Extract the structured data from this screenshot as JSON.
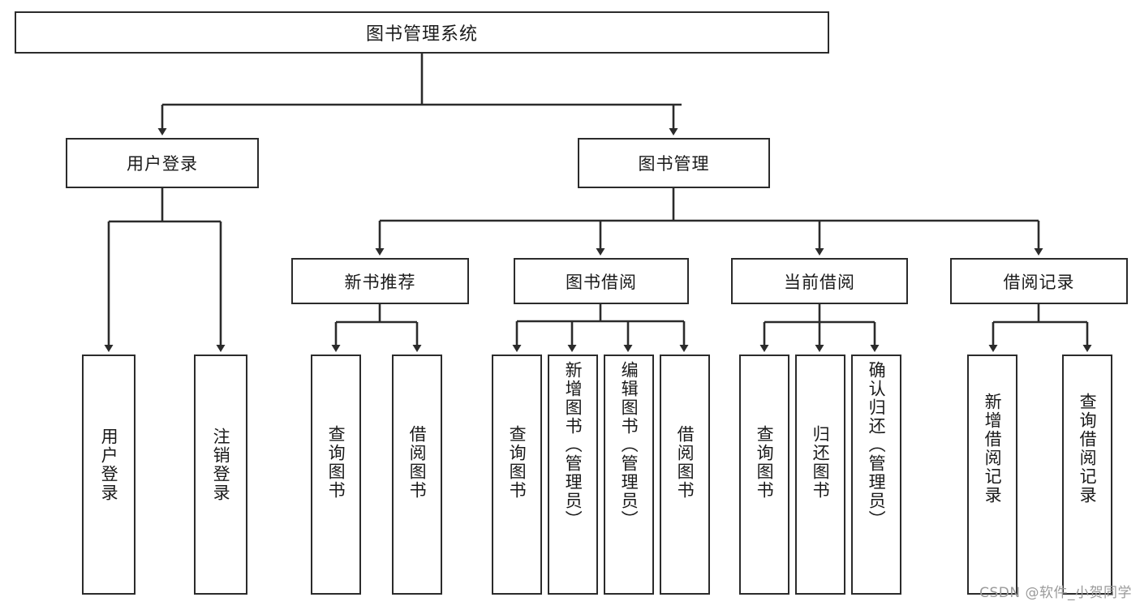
{
  "diagram": {
    "title": "图书管理系统",
    "type": "hierarchy-tree",
    "watermark": "CSDN @软件_小贺同学",
    "colors": {
      "box_border": "#2b2b2b",
      "box_fill": "#ffffff",
      "connector": "#2b2b2b",
      "text": "#1a1a1a",
      "watermark": "#9a9a9a",
      "background": "#ffffff"
    },
    "levels": {
      "root": {
        "label": "图书管理系统"
      },
      "level2": [
        {
          "id": "user-login",
          "label": "用户登录"
        },
        {
          "id": "book-manage",
          "label": "图书管理"
        }
      ],
      "level3": [
        {
          "id": "new-book-recommend",
          "label": "新书推荐",
          "parent": "book-manage"
        },
        {
          "id": "book-borrow",
          "label": "图书借阅",
          "parent": "book-manage"
        },
        {
          "id": "current-borrow",
          "label": "当前借阅",
          "parent": "book-manage"
        },
        {
          "id": "borrow-record",
          "label": "借阅记录",
          "parent": "book-manage"
        }
      ],
      "leaves": [
        {
          "id": "leaf-user-login",
          "label": "用户登录",
          "parent": "user-login"
        },
        {
          "id": "leaf-logout-login",
          "label": "注销登录",
          "parent": "user-login"
        },
        {
          "id": "leaf-query-book-1",
          "label": "查询图书",
          "parent": "new-book-recommend"
        },
        {
          "id": "leaf-borrow-book-1",
          "label": "借阅图书",
          "parent": "new-book-recommend"
        },
        {
          "id": "leaf-query-book-2",
          "label": "查询图书",
          "parent": "book-borrow"
        },
        {
          "id": "leaf-add-book",
          "label": "新增图书（管理员）",
          "parent": "book-borrow"
        },
        {
          "id": "leaf-edit-book",
          "label": "编辑图书（管理员）",
          "parent": "book-borrow"
        },
        {
          "id": "leaf-borrow-book-2",
          "label": "借阅图书",
          "parent": "book-borrow"
        },
        {
          "id": "leaf-query-book-3",
          "label": "查询图书",
          "parent": "current-borrow"
        },
        {
          "id": "leaf-return-book",
          "label": "归还图书",
          "parent": "current-borrow"
        },
        {
          "id": "leaf-confirm-return",
          "label": "确认归还（管理员）",
          "parent": "current-borrow"
        },
        {
          "id": "leaf-add-record",
          "label": "新增借阅记录",
          "parent": "borrow-record"
        },
        {
          "id": "leaf-query-record",
          "label": "查询借阅记录",
          "parent": "borrow-record"
        }
      ]
    }
  }
}
